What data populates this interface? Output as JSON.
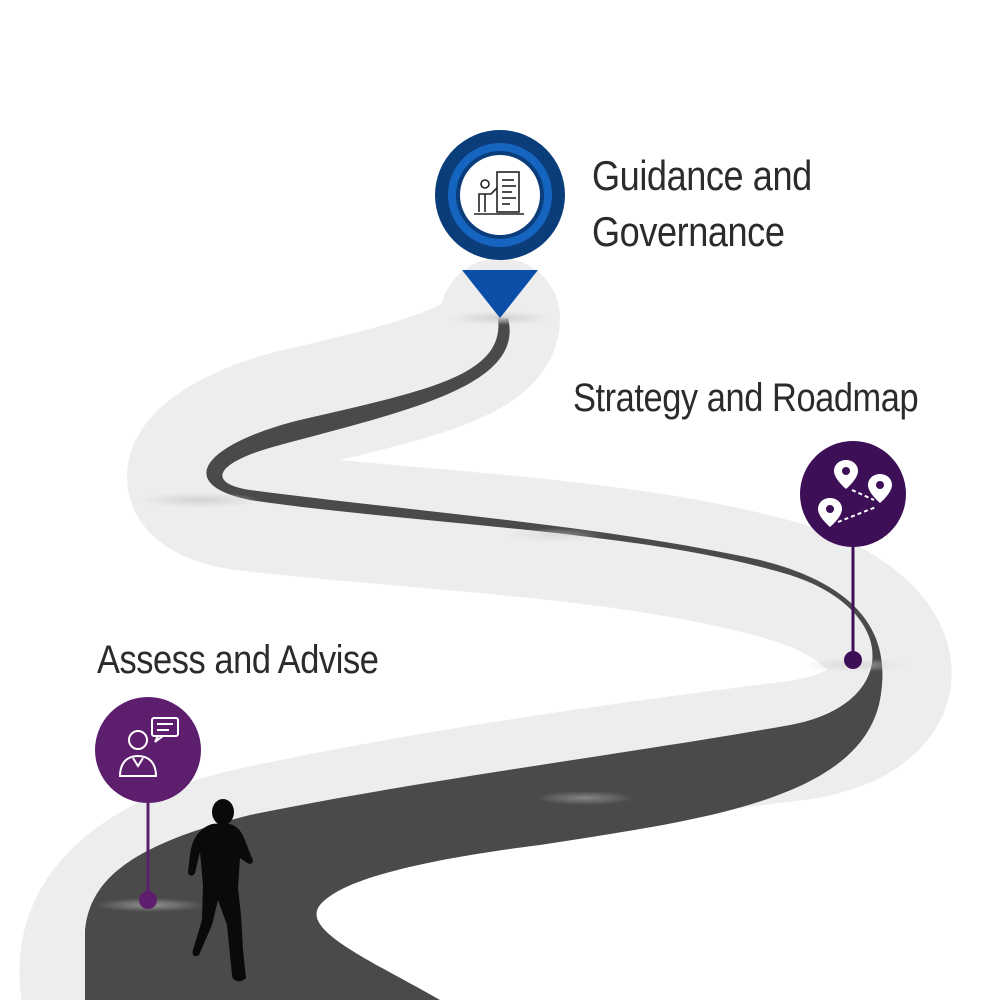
{
  "milestones": {
    "guidance": {
      "title": "Guidance and Governance",
      "icon": "presentation-board-icon",
      "color": "#0a3d7a"
    },
    "strategy": {
      "title": "Strategy and Roadmap",
      "icon": "map-route-pins-icon",
      "color": "#3d0f57"
    },
    "assess": {
      "title": "Assess and Advise",
      "icon": "advisor-chat-icon",
      "color": "#5e1e6e"
    }
  },
  "colors": {
    "road": "#4a4a4a",
    "road_edge": "#ececec",
    "pin_outer": "#0a3d7a",
    "pin_inner": "#1565c0",
    "purple": "#4a1468",
    "text": "#2b2b2b"
  }
}
